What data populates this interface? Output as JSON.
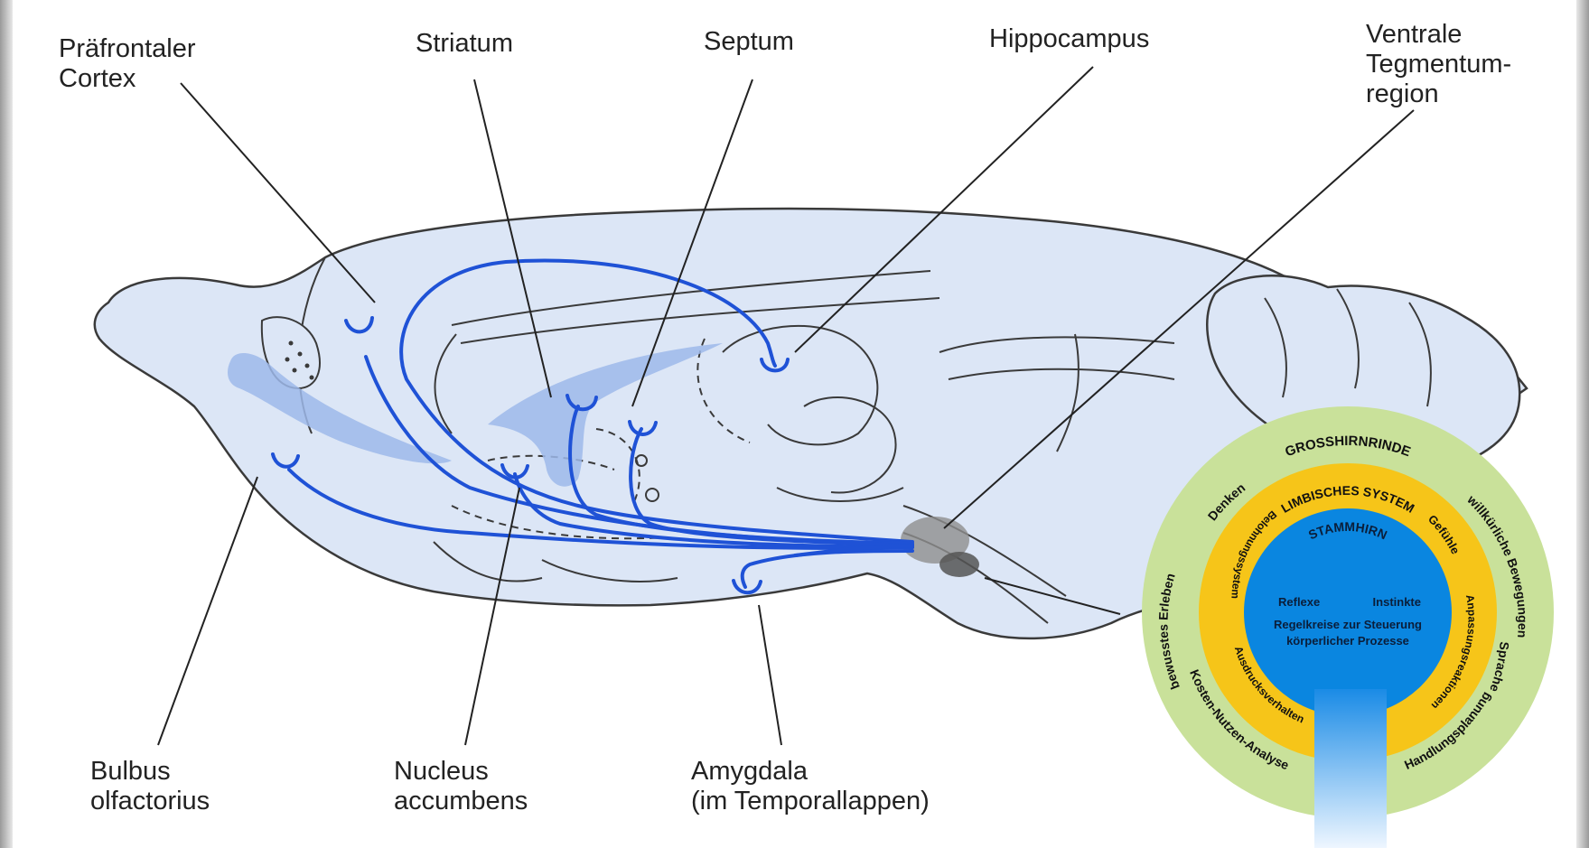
{
  "labels": {
    "prefrontal_cortex": "Präfrontaler\nCortex",
    "striatum": "Striatum",
    "septum": "Septum",
    "hippocampus": "Hippocampus",
    "vta": "Ventrale\nTegmentum-\nregion",
    "bulbus": "Bulbus\nolfactorius",
    "nucleus_accumbens": "Nucleus\naccumbens",
    "amygdala": "Amygdala\n(im Temporallappen)"
  },
  "circle": {
    "outer_title": "GROSSHIRNRINDE",
    "outer_items": [
      "bewusstes Erleben",
      "Denken",
      "willkürliche Bewegungen",
      "Sprache",
      "Handlungsplanung",
      "Kosten-Nutzen-Analyse"
    ],
    "middle_title": "LIMBISCHES SYSTEM",
    "middle_items": [
      "Belohnungssystem",
      "Gefühle",
      "Anpassungsreaktionen",
      "Ausdrucksverhalten"
    ],
    "inner_title": "STAMMHIRN",
    "inner_left": "Reflexe",
    "inner_right": "Instinkte",
    "inner_line1": "Regelkreise zur Steuerung",
    "inner_line2": "körperlicher Prozesse"
  },
  "colors": {
    "brain_fill": "#dce6f6",
    "pathway_blue": "#1f52d6",
    "outer_ring": "#c9e19a",
    "middle_ring": "#f6c519",
    "inner_core": "#0a86e0",
    "vta_gray": "#8f8f8f"
  }
}
